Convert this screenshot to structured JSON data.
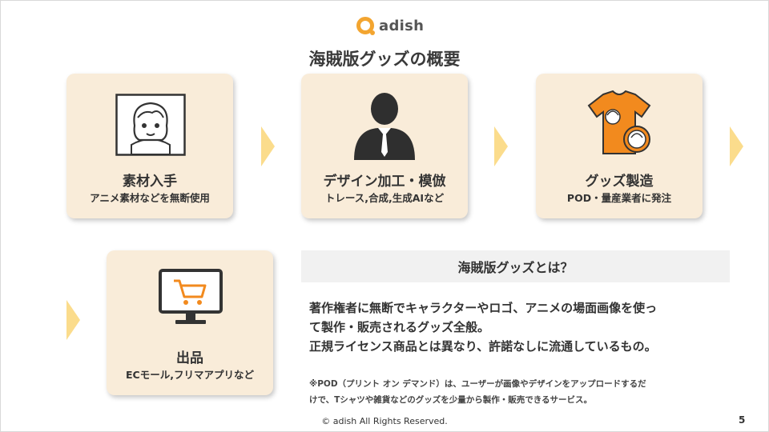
{
  "brand": {
    "name": "adish"
  },
  "page_title": "海賊版グッズの概要",
  "flow": [
    {
      "title": "素材入手",
      "subtitle": "アニメ素材などを無断使用",
      "icon": "anime-portrait-icon"
    },
    {
      "title": "デザイン加工・模倣",
      "subtitle": "トレース,合成,生成AIなど",
      "icon": "businessman-icon"
    },
    {
      "title": "グッズ製造",
      "subtitle": "POD・量産業者に発注",
      "icon": "tshirt-badge-icon"
    },
    {
      "title": "出品",
      "subtitle": "ECモール,フリマアプリなど",
      "icon": "monitor-cart-icon"
    }
  ],
  "definition": {
    "heading": "海賊版グッズとは？",
    "body_lines": [
      "著作権者に無断でキャラクターやロゴ、アニメの場面画像を使っ",
      "て製作・販売されるグッズ全般。",
      "正規ライセンス商品とは異なり、許諾なしに流通しているもの。"
    ],
    "note_lines": [
      "※POD（プリント オン デマンド）は、ユーザーが画像やデザインをアップロードするだ",
      "けで、Tシャツや雑貨などのグッズを少量から製作・販売できるサービス。"
    ]
  },
  "footer": {
    "copyright": "© adish All Rights Reserved.",
    "page_number": "5"
  },
  "colors": {
    "accent": "#f3a530",
    "card_bg": "#f9ecd9",
    "arrow": "#fbdc8c",
    "shirt": "#f28a1e"
  }
}
